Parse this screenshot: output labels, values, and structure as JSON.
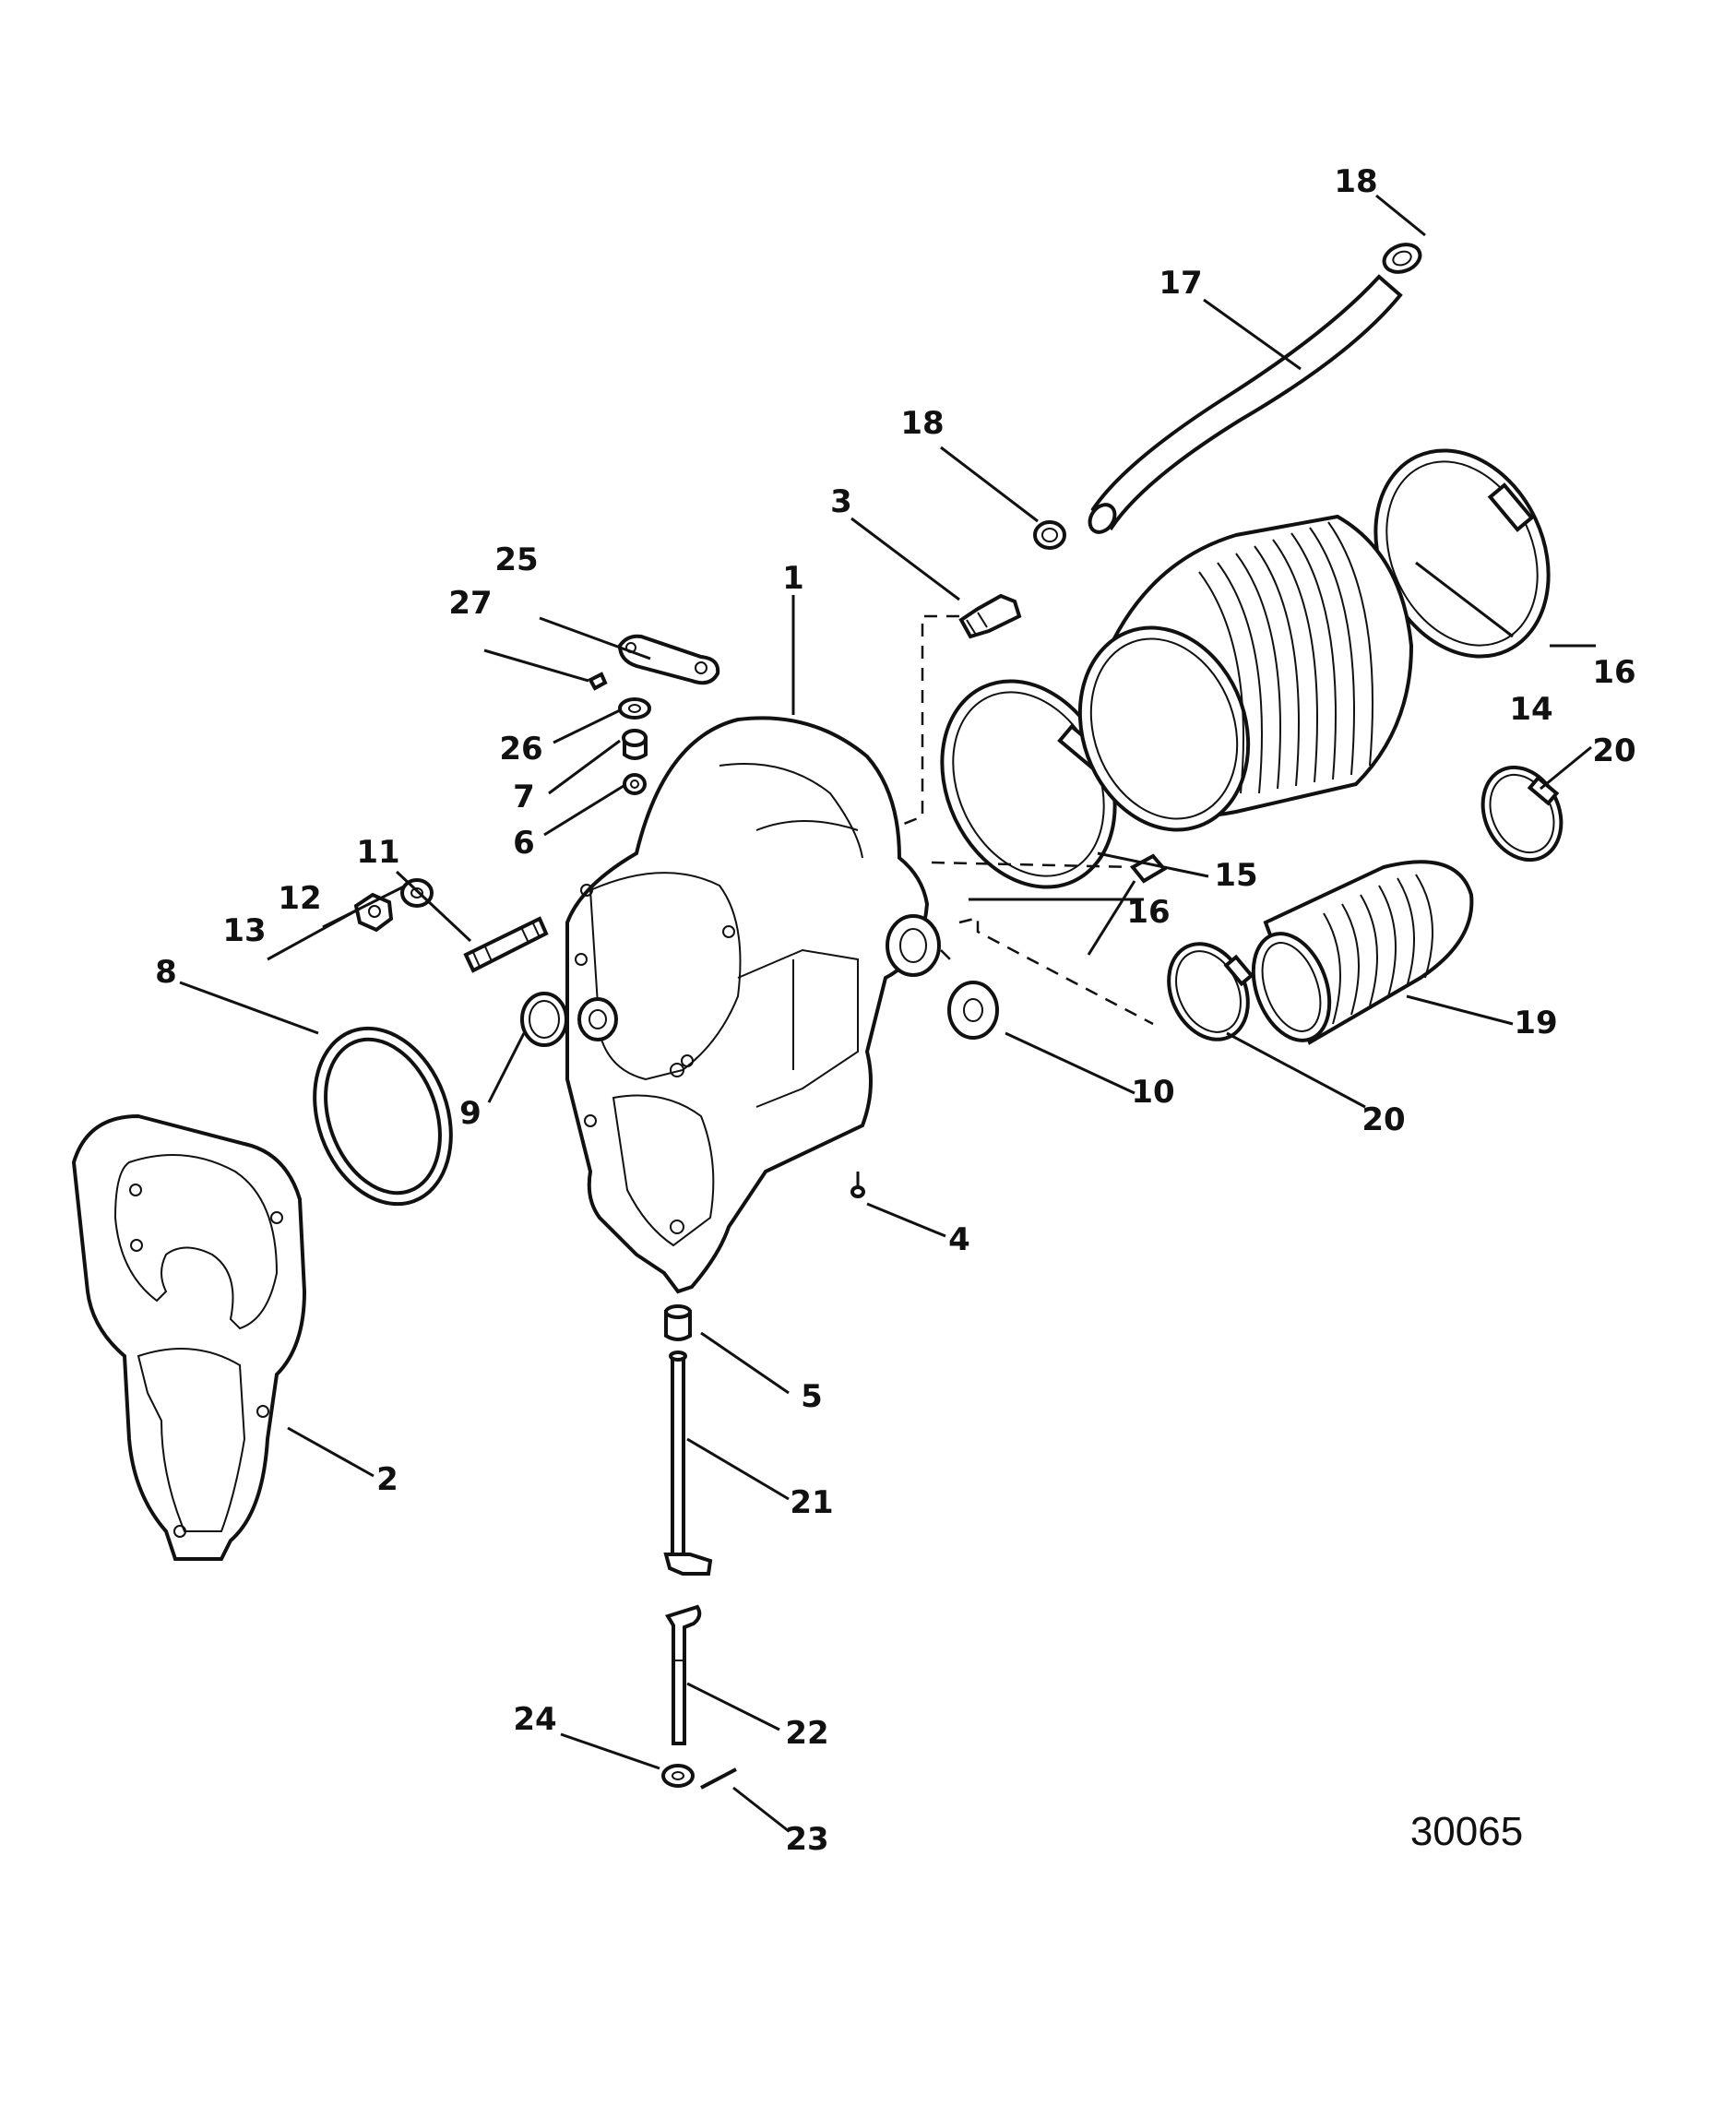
{
  "figure_number": "30065",
  "callouts": [
    {
      "id": "c1",
      "label": "1"
    },
    {
      "id": "c2",
      "label": "2"
    },
    {
      "id": "c3",
      "label": "3"
    },
    {
      "id": "c4",
      "label": "4"
    },
    {
      "id": "c5",
      "label": "5"
    },
    {
      "id": "c6",
      "label": "6"
    },
    {
      "id": "c7",
      "label": "7"
    },
    {
      "id": "c8",
      "label": "8"
    },
    {
      "id": "c9",
      "label": "9"
    },
    {
      "id": "c10",
      "label": "10"
    },
    {
      "id": "c11",
      "label": "11"
    },
    {
      "id": "c12",
      "label": "12"
    },
    {
      "id": "c13",
      "label": "13"
    },
    {
      "id": "c14",
      "label": "14"
    },
    {
      "id": "c15",
      "label": "15"
    },
    {
      "id": "c16a",
      "label": "16"
    },
    {
      "id": "c16b",
      "label": "16"
    },
    {
      "id": "c17",
      "label": "17"
    },
    {
      "id": "c18a",
      "label": "18"
    },
    {
      "id": "c18b",
      "label": "18"
    },
    {
      "id": "c19",
      "label": "19"
    },
    {
      "id": "c20a",
      "label": "20"
    },
    {
      "id": "c20b",
      "label": "20"
    },
    {
      "id": "c21",
      "label": "21"
    },
    {
      "id": "c22",
      "label": "22"
    },
    {
      "id": "c23",
      "label": "23"
    },
    {
      "id": "c24",
      "label": "24"
    },
    {
      "id": "c25",
      "label": "25"
    },
    {
      "id": "c26",
      "label": "26"
    },
    {
      "id": "c27",
      "label": "27"
    }
  ]
}
